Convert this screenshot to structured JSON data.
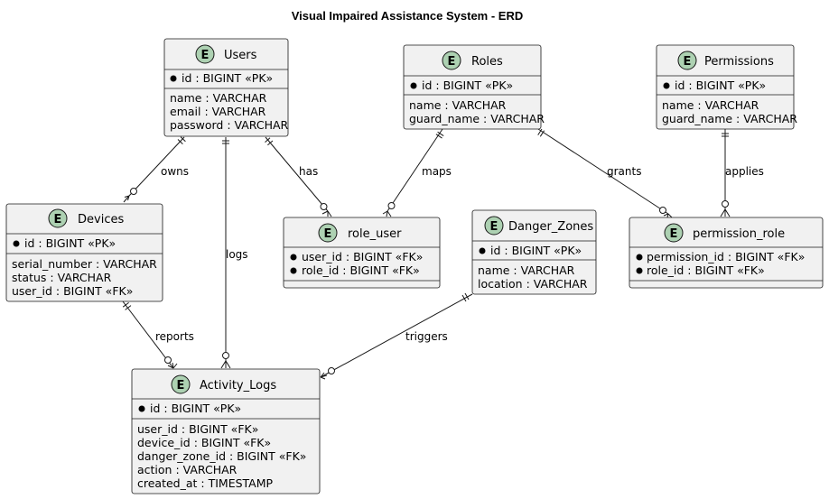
{
  "title": "Visual Impaired Assistance System - ERD",
  "badge_letter": "E",
  "colors": {
    "entity_fill": "#f1f1f1",
    "badge_fill": "#add1b2",
    "line": "#181818"
  },
  "entities": {
    "users": {
      "name": "Users",
      "keys": [
        "id : BIGINT «PK»"
      ],
      "attrs": [
        "name : VARCHAR",
        "email : VARCHAR",
        "password : VARCHAR"
      ]
    },
    "roles": {
      "name": "Roles",
      "keys": [
        "id : BIGINT «PK»"
      ],
      "attrs": [
        "name : VARCHAR",
        "guard_name : VARCHAR"
      ]
    },
    "permissions": {
      "name": "Permissions",
      "keys": [
        "id : BIGINT «PK»"
      ],
      "attrs": [
        "name : VARCHAR",
        "guard_name : VARCHAR"
      ]
    },
    "devices": {
      "name": "Devices",
      "keys": [
        "id : BIGINT «PK»"
      ],
      "attrs": [
        "serial_number : VARCHAR",
        "status : VARCHAR",
        "user_id : BIGINT «FK»"
      ]
    },
    "role_user": {
      "name": "role_user",
      "keys": [
        "user_id : BIGINT «FK»",
        "role_id : BIGINT «FK»"
      ],
      "attrs": []
    },
    "danger_zones": {
      "name": "Danger_Zones",
      "keys": [
        "id : BIGINT «PK»"
      ],
      "attrs": [
        "name : VARCHAR",
        "location : VARCHAR"
      ]
    },
    "permission_role": {
      "name": "permission_role",
      "keys": [
        "permission_id : BIGINT «FK»",
        "role_id : BIGINT «FK»"
      ],
      "attrs": []
    },
    "activity_logs": {
      "name": "Activity_Logs",
      "keys": [
        "id : BIGINT «PK»"
      ],
      "attrs": [
        "user_id : BIGINT «FK»",
        "device_id : BIGINT «FK»",
        "danger_zone_id : BIGINT «FK»",
        "action : VARCHAR",
        "created_at : TIMESTAMP"
      ]
    }
  },
  "relations": {
    "owns": "owns",
    "has": "has",
    "logs": "logs",
    "maps": "maps",
    "grants": "grants",
    "applies": "applies",
    "reports": "reports",
    "triggers": "triggers"
  }
}
